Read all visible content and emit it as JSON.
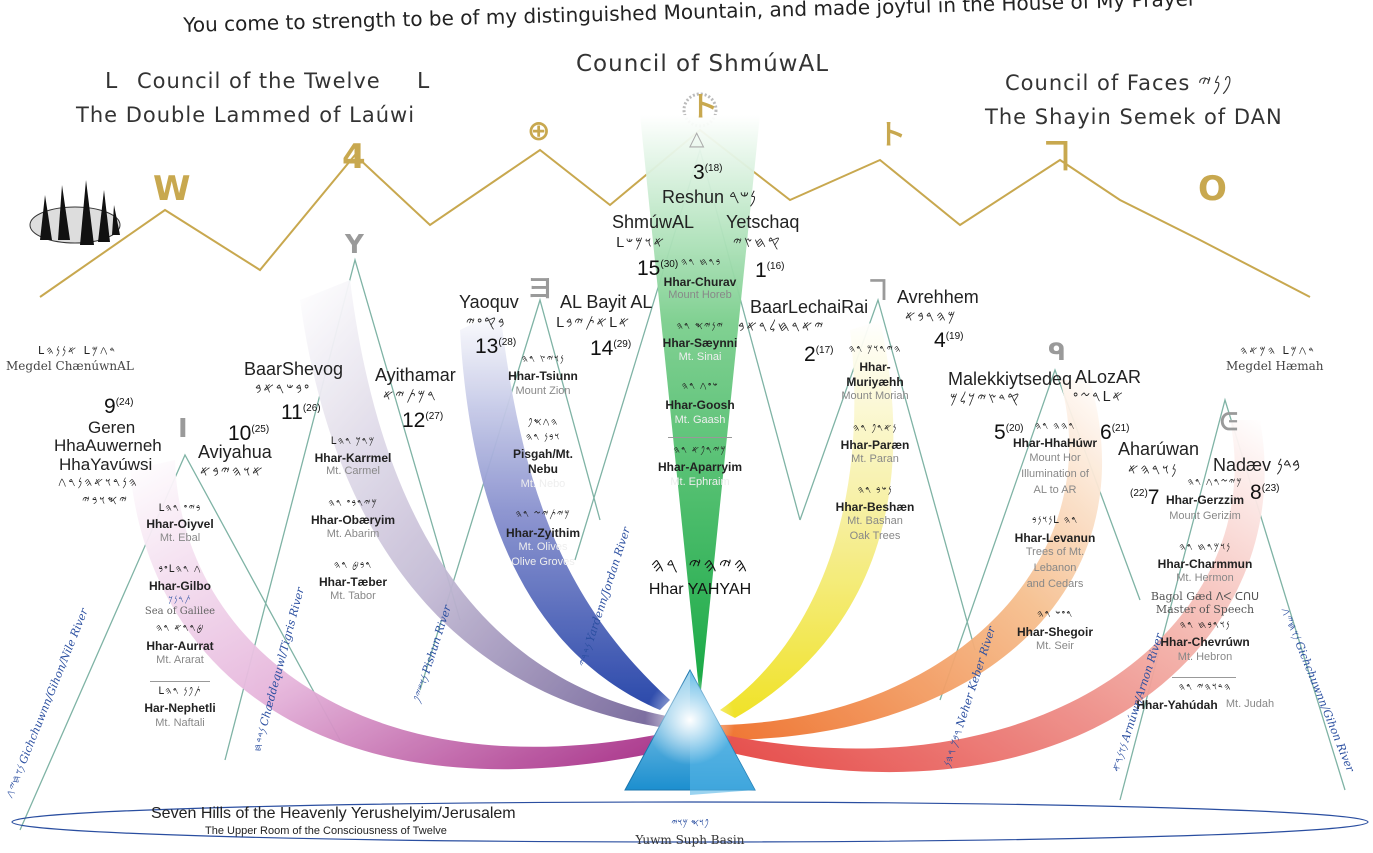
{
  "banner": "You come to strength to be of my distinguished Mountain, and made joyful in the House of My Prayer",
  "headings": {
    "center": "Council of ShmúwAL",
    "left_1": "Council of the Twelve",
    "left_1_glyph": "ᒪ",
    "left_2": "The Double Lammed of Laúwi",
    "right_1": "Council of Faces 𐤐𐤍𐤉",
    "right_2": "The Shayin Semek of DAN"
  },
  "side_labels": {
    "left_pal": "ᒪ𐤀𐤍𐤍𐤄 ᒪ𐤃𐤂𐤌",
    "left": "Megdel ChænúwnAL",
    "right_pal": "𐤄𐤌𐤀𐤄 ᒪ𐤃𐤂𐤌",
    "right": "Megdel Hæmah"
  },
  "ridge_letters": [
    "W",
    "4",
    "⊕",
    "ト",
    "ヿ",
    "O"
  ],
  "peak": {
    "number": "3",
    "sub": "(18)",
    "name": "Reshun 𐤍𐤔𐤓",
    "left_name": "ShmúwAL",
    "left_pal": "ᒪ𐤀𐤅𐤌𐤔",
    "left_num": "15",
    "left_sub": "(30)",
    "right_name": "Yetschaq",
    "right_pal": "𐤒𐤇𐤑𐤉",
    "right_num": "1",
    "right_sub": "(16)"
  },
  "tribes": {
    "yaoquv": {
      "name": "Yaoquv",
      "pal": "𐤁𐤒𐤏𐤉",
      "num": "13",
      "sub": "(28)"
    },
    "albayit": {
      "name": "AL Bayit AL",
      "pal": "ᒪ𐤀𐤕𐤉𐤁ᒪ𐤀",
      "num": "14",
      "sub": "(29)"
    },
    "baarlechairai": {
      "name": "BaarLechaiRai",
      "pal": "𐤉𐤀𐤓𐤇𐤋𐤓𐤀𐤁",
      "num": "2",
      "sub": "(17)"
    },
    "avrehhem": {
      "name": "Avrehhem",
      "pal": "𐤌𐤄𐤓𐤁𐤀",
      "num": "4",
      "sub": "(19)"
    },
    "baarshevog": {
      "name": "BaarShevog",
      "pal": "𐤏𐤁𐤔𐤓𐤀𐤁",
      "num": "11",
      "sub": "(26)"
    },
    "ayithamar": {
      "name": "Ayithamar",
      "pal": "𐤓𐤌𐤕𐤉𐤀",
      "num": "12",
      "sub": "(27)"
    },
    "geren": {
      "num": "9",
      "sub": "(24)",
      "name1": "Geren",
      "name2": "HhaAuwerneh",
      "name3": "HhaYavúwsi",
      "pal1": "𐤄𐤍𐤓𐤅𐤀𐤄𐤍𐤓𐤂",
      "pal2": "𐤉𐤎𐤅𐤁𐤉"
    },
    "aviyahua": {
      "num": "10",
      "sub": "(25)",
      "name": "Aviyahua",
      "pal": "𐤀𐤅𐤄𐤉𐤁𐤀"
    },
    "malekkiytsedeq": {
      "name": "Malekkiytsedeq",
      "pal": "𐤒𐤃𐤑𐤉𐤊𐤋𐤌",
      "num": "5",
      "sub": "(20)"
    },
    "alozar": {
      "name": "ALozAR",
      "pal": "𐤓𐤆𐤏ᒪ𐤀",
      "num": "6",
      "sub": "(21)"
    },
    "aharuwan": {
      "name": "Aharúwan",
      "pal": "𐤍𐤅𐤓𐤄𐤀",
      "num": "7",
      "sub": "(22)"
    },
    "nadaev": {
      "name": "Nadæv 𐤁𐤃𐤍",
      "num": "8",
      "sub": "(23)"
    }
  },
  "hills": {
    "churav": {
      "pal": "𐤁𐤓𐤇 𐤓𐤄",
      "hhar": "Hhar-Churav",
      "mt": "Mount Horeb"
    },
    "saeynni": {
      "pal": "𐤉𐤍𐤉𐤎 𐤓𐤄",
      "hhar": "Hhar-Sæynni",
      "mt": "Mt. Sinai"
    },
    "goosh": {
      "pal": "𐤔𐤏𐤂 𐤓𐤄",
      "hhar": "Hhar-Goosh",
      "mt": "Mt. Gaash"
    },
    "aparryim": {
      "pal": "𐤌𐤉𐤓𐤐𐤀 𐤓𐤄",
      "hhar": "Hhar-Aparryim",
      "mt": "Mt. Ephraim"
    },
    "yahyah_pal": "𐤄𐤉𐤄𐤉 𐤓𐤄",
    "yahyah": "Hhar YAHYAH",
    "tsiunn": {
      "pal": "𐤍𐤅𐤉𐤑 𐤓𐤄",
      "hhar": "Hhar-Tsiunn",
      "mt": "Mount Zion"
    },
    "nebu": {
      "pal1": "𐤄𐤂𐤎𐤐",
      "pal2": "𐤅𐤁𐤍 𐤓𐤄",
      "hhar1": "Pisgah/Mt.",
      "hhar2": "Nebu",
      "mt": "Mt. Nebo"
    },
    "zyithim": {
      "pal": "𐤌𐤉𐤕𐤉𐤆 𐤓𐤄",
      "hhar": "Hhar-Zyithim",
      "mt1": "Mt. Olives",
      "mt2": "Olive Groves"
    },
    "karrmel": {
      "pal": "ᒪ𐤌𐤓𐤊 𐤓𐤄",
      "hhar": "Hhar-Karrmel",
      "mt": "Mt. Carmel"
    },
    "obaeryim": {
      "pal": "𐤌𐤉𐤓𐤁𐤏 𐤓𐤄",
      "hhar": "Hhar-Obæryim",
      "mt": "Mt. Abarim"
    },
    "taeber": {
      "pal": "𐤓𐤁𐤈 𐤓𐤄",
      "hhar": "Hhar-Tæber",
      "mt": "Mt. Tabor"
    },
    "oiyvel": {
      "pal": "ᒪ𐤁𐤉𐤏 𐤓𐤄",
      "hhar": "Hhar-Oiyvel",
      "mt": "Mt. Ebal"
    },
    "gilbo": {
      "pal": "𐤏𐤁ᒪ𐤂 𐤓𐤄",
      "hhar": "Hhar-Gilbo",
      "sea_pal": "𐤕𐤓𐤍𐤊",
      "sea": "Sea of Galilee"
    },
    "aurrat": {
      "pal": "𐤈𐤓𐤓𐤀 𐤓𐤄",
      "hhar": "Hhar-Aurrat",
      "mt": "Mt. Ararat"
    },
    "nephetli": {
      "pal": "ᒪ𐤕𐤐𐤍 𐤓𐤄",
      "hhar": "Har-Nephetli",
      "mt": "Mt. Naftali"
    },
    "muriyaehh": {
      "pal": "𐤄𐤉𐤓𐤅𐤌 𐤓𐤄",
      "hhar1": "Hhar-",
      "hhar2": "Muriyæhh",
      "mt": "Mount Moriah"
    },
    "paraen": {
      "pal": "𐤍𐤀𐤓𐤐 𐤓𐤄",
      "hhar": "Hhar-Paræn",
      "mt": "Mt. Paran"
    },
    "beshaen": {
      "pal": "𐤍𐤔𐤁 𐤓𐤄",
      "hhar": "Hhar-Beshæn",
      "mt1": "Mt. Bashan",
      "mt2": "Oak Trees"
    },
    "hahuwr": {
      "pal": "𐤓𐤄𐤄 𐤓𐤄",
      "hhar": "Hhar-HhaHúwr",
      "mt1": "Mount Hor",
      "mt2": "Illumination of",
      "mt3": "AL to AR"
    },
    "levanun": {
      "pal": "𐤍𐤅𐤍𐤁ᒪ 𐤓𐤄",
      "hhar": "Hhar-Levanun",
      "mt1": "Trees of Mt.",
      "mt2": "Lebanon",
      "mt3": "and Cedars"
    },
    "shegoir": {
      "pal": "𐤓𐤏𐤔 𐤓𐤄",
      "hhar": "Hhar-Shegoir",
      "mt": "Mt. Seir"
    },
    "gerzzim": {
      "pal": "𐤌𐤉𐤆𐤓𐤂 𐤓𐤄",
      "hhar": "Hhar-Gerzzim",
      "mt": "Mount Gerizim"
    },
    "charmmun": {
      "pal": "𐤍𐤅𐤌𐤓𐤇 𐤓𐤄",
      "hhar": "Hhar-Charmmun",
      "mt": "Mt. Hermon"
    },
    "bagol": {
      "line1": "Bagol Gæd ᐱᐸ ᑕᑎᑌ",
      "line2": "Master of Speech"
    },
    "chevruwn": {
      "pal": "𐤍𐤅𐤓𐤁𐤇 𐤓𐤄",
      "hhar": "Hhar-Chevrúwn",
      "mt": "Mt. Hebron"
    },
    "yahudah": {
      "pal": "𐤄𐤃𐤅𐤄𐤉 𐤓𐤄",
      "hhar": "Hhar-Yahúdah",
      "mt": "Mt. Judah"
    }
  },
  "rivers": {
    "gichon_nile_pal": "𐤍𐤅𐤇𐤉𐤂",
    "gichon_nile": "Gichchuwnn/Gihon/Nile River",
    "tigris_pal": "𐤍𐤃𐤃𐤇",
    "tigris": "Chæddequwl/Tigris River",
    "pishun_pal": "𐤍𐤅𐤔𐤉𐤐",
    "pishun": "Pishun River",
    "jordan_pal": "𐤍𐤃𐤓𐤉",
    "jordan": "Yardenn/Jordan River",
    "kebar_pal": "𐤓𐤁𐤊 𐤓𐤄𐤍",
    "kebar": "Neher Keber River",
    "arnon_pal": "𐤍𐤅𐤍𐤓𐤀",
    "arnon": "Arnúwr/Arnon River",
    "gihon_pal": "𐤍𐤅𐤇𐤉𐤂",
    "gihon": "Gichchuwnn/Gihon River"
  },
  "footer": {
    "title": "Seven Hills of the Heavenly Yerushelyim/Jerusalem",
    "subtitle": "The Upper Room of the Consciousness of Twelve",
    "basin_pal": "𐤐𐤅𐤎 𐤌𐤅𐤉",
    "basin": "Yuwm Suph Basin"
  },
  "colors": {
    "gold": "#c8a84f",
    "river": "#2a4ea0",
    "mountain": "#7fb3a5"
  }
}
